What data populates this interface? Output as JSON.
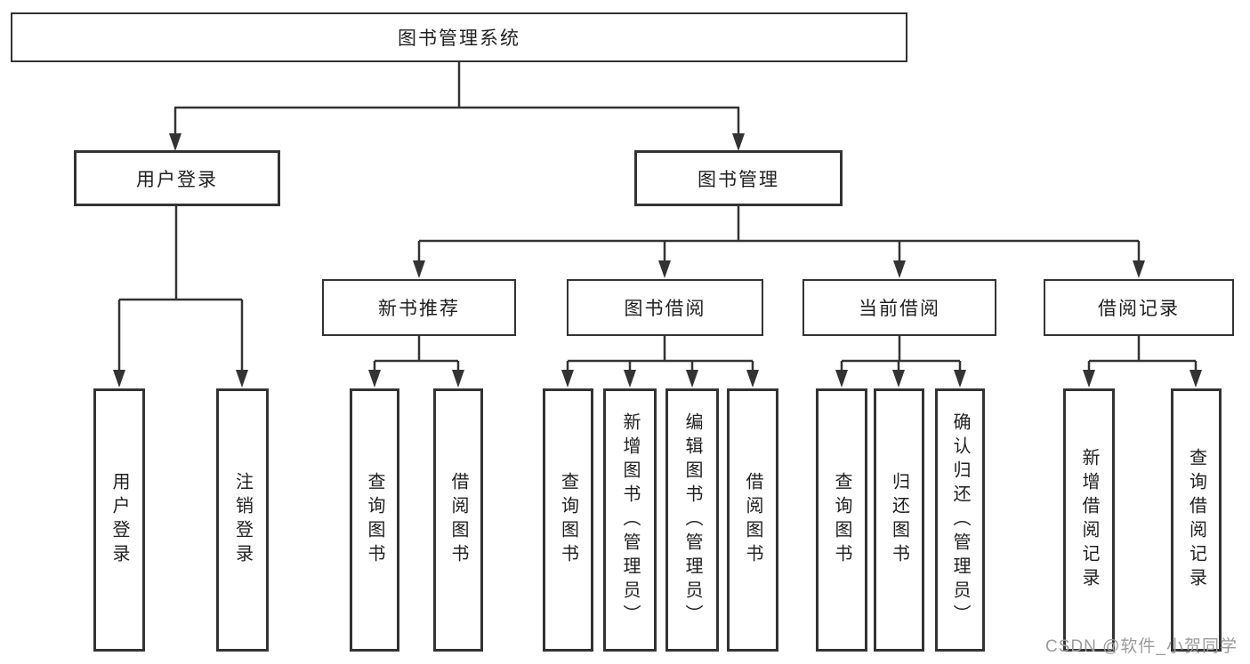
{
  "diagram_title": "图书管理系统",
  "tree": {
    "root": {
      "label": "图书管理系统"
    },
    "children": [
      {
        "label": "用户登录",
        "children": [
          {
            "label": "用户登录"
          },
          {
            "label": "注销登录"
          }
        ]
      },
      {
        "label": "图书管理",
        "children": [
          {
            "label": "新书推荐",
            "children": [
              {
                "label": "查询图书"
              },
              {
                "label": "借阅图书"
              }
            ]
          },
          {
            "label": "图书借阅",
            "children": [
              {
                "label": "查询图书"
              },
              {
                "label": "新增图书（管理员）"
              },
              {
                "label": "编辑图书（管理员）"
              },
              {
                "label": "借阅图书"
              }
            ]
          },
          {
            "label": "当前借阅",
            "children": [
              {
                "label": "查询图书"
              },
              {
                "label": "归还图书"
              },
              {
                "label": "确认归还（管理员）"
              }
            ]
          },
          {
            "label": "借阅记录",
            "children": [
              {
                "label": "新增借阅记录"
              },
              {
                "label": "查询借阅记录"
              }
            ]
          }
        ]
      }
    ]
  },
  "watermark": {
    "text": "CSDN @软件_小贺同学"
  },
  "colors": {
    "line": "#333333",
    "box_border": "#333333",
    "box_fill": "#ffffff",
    "text": "#1f1f1f",
    "watermark": "#9b9b9b"
  }
}
